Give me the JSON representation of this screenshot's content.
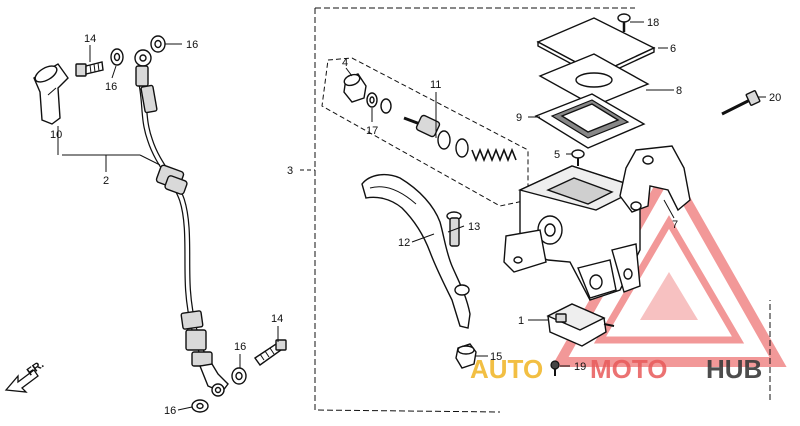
{
  "callouts": {
    "c1": "1",
    "c2": "2",
    "c3": "3",
    "c4": "4",
    "c5": "5",
    "c6": "6",
    "c7": "7",
    "c8": "8",
    "c9": "9",
    "c10": "10",
    "c11": "11",
    "c12": "12",
    "c13": "13",
    "c14a": "14",
    "c14b": "14",
    "c15": "15",
    "c16a": "16",
    "c16b": "16",
    "c16c": "16",
    "c16d": "16",
    "c17": "17",
    "c18": "18",
    "c19": "19",
    "c20": "20"
  },
  "direction_label": "FR.",
  "watermark": {
    "auto": "AUTO",
    "moto": "MOTO",
    "hub": "HUB",
    "colors": {
      "auto": "#f0b423",
      "moto": "#e85a5a",
      "hub": "#3a3a3a",
      "triangle": "#e84545"
    }
  }
}
